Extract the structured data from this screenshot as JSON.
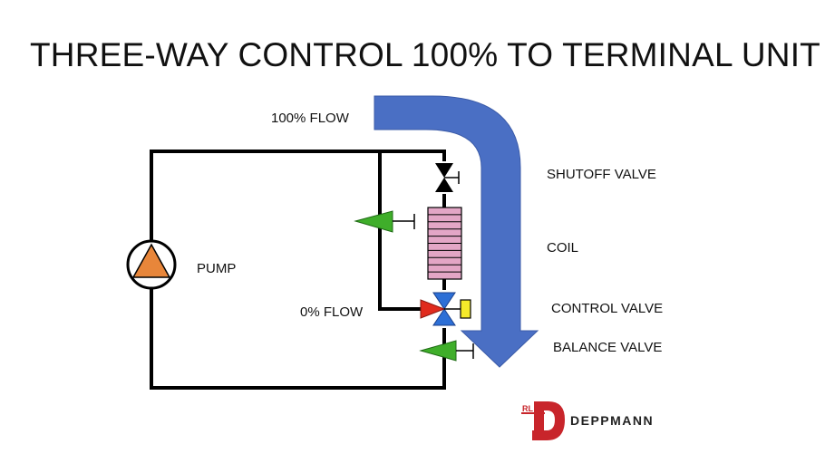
{
  "title": "THREE-WAY CONTROL 100% TO TERMINAL UNIT",
  "labels": {
    "flow_100": "100% FLOW",
    "flow_0": "0% FLOW",
    "pump": "PUMP",
    "shutoff_valve": "SHUTOFF VALVE",
    "coil": "COIL",
    "control_valve": "CONTROL VALVE",
    "balance_valve": "BALANCE VALVE"
  },
  "logo": {
    "mark": "RL",
    "brand": "DEPPMANN"
  },
  "colors": {
    "pipe": "#000000",
    "flow_arrow": "#4a6fc4",
    "pump_triangle": "#e8863a",
    "coil_fill": "#e3a6c6",
    "balance_valve": "#3fae2a",
    "control_valve_blue": "#2d6fd6",
    "control_valve_red": "#e02b1e",
    "actuator": "#f5ea2a",
    "logo_red": "#c8252b"
  }
}
